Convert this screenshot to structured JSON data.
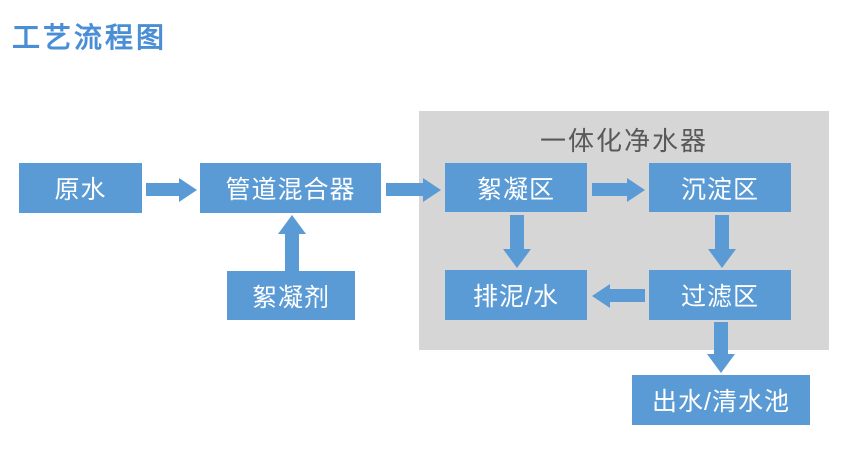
{
  "title": "工艺流程图",
  "colors": {
    "node_fill": "#5B9BD5",
    "node_text": "#FFFFFF",
    "arrow_fill": "#5B9BD5",
    "container_fill": "#D6D6D6",
    "container_text": "#595959",
    "title_color": "#4A8FD6",
    "page_bg": "#FFFFFF"
  },
  "container": {
    "label": "一体化净水器"
  },
  "nodes": {
    "raw_water": {
      "label": "原水"
    },
    "pipe_mixer": {
      "label": "管道混合器"
    },
    "flocculant": {
      "label": "絮凝剂"
    },
    "flocculation_zone": {
      "label": "絮凝区"
    },
    "sedimentation_zone": {
      "label": "沉淀区"
    },
    "sludge_water": {
      "label": "排泥/水"
    },
    "filtration_zone": {
      "label": "过滤区"
    },
    "outlet_clear_pool": {
      "label": "出水/清水池"
    }
  },
  "edges": [
    {
      "from": "原水",
      "to": "管道混合器",
      "direction": "right"
    },
    {
      "from": "管道混合器",
      "to": "絮凝区",
      "direction": "right"
    },
    {
      "from": "絮凝剂",
      "to": "管道混合器",
      "direction": "up"
    },
    {
      "from": "絮凝区",
      "to": "沉淀区",
      "direction": "right"
    },
    {
      "from": "絮凝区",
      "to": "排泥/水",
      "direction": "down"
    },
    {
      "from": "沉淀区",
      "to": "过滤区",
      "direction": "down"
    },
    {
      "from": "过滤区",
      "to": "排泥/水",
      "direction": "left"
    },
    {
      "from": "过滤区",
      "to": "出水/清水池",
      "direction": "down"
    }
  ]
}
